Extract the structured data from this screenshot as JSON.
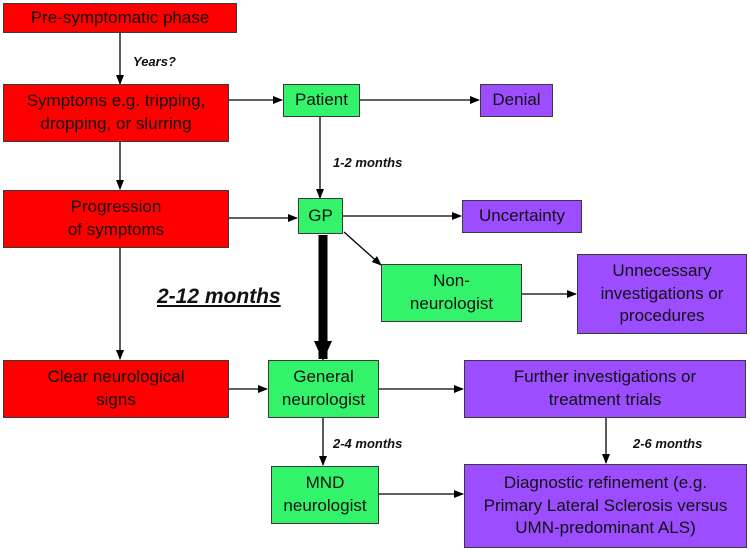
{
  "nodes": {
    "pre_symptomatic": "Pre-symptomatic phase",
    "symptoms": "Symptoms e.g. tripping,\ndropping, or slurring",
    "progression": "Progression\nof symptoms",
    "clear_signs": "Clear neurological\nsigns",
    "patient": "Patient",
    "gp": "GP",
    "non_neurologist": "Non-\nneurologist",
    "general_neurologist": "General\nneurologist",
    "mnd_neurologist": "MND\nneurologist",
    "denial": "Denial",
    "uncertainty": "Uncertainty",
    "unnecessary": "Unnecessary\ninvestigations or\nprocedures",
    "further": "Further investigations or\ntreatment trials",
    "refinement": "Diagnostic refinement (e.g.\nPrimary Lateral Sclerosis versus\nUMN-predominant ALS)"
  },
  "labels": {
    "years": "Years?",
    "one_two_months": "1-2 months",
    "two_twelve_months": "2-12 months",
    "two_four_months": "2-4 months",
    "two_six_months": "2-6 months"
  },
  "colors": {
    "stage": "#ff0000",
    "person": "#33f36a",
    "outcome": "#9c4dff",
    "arrow": "#000000"
  }
}
